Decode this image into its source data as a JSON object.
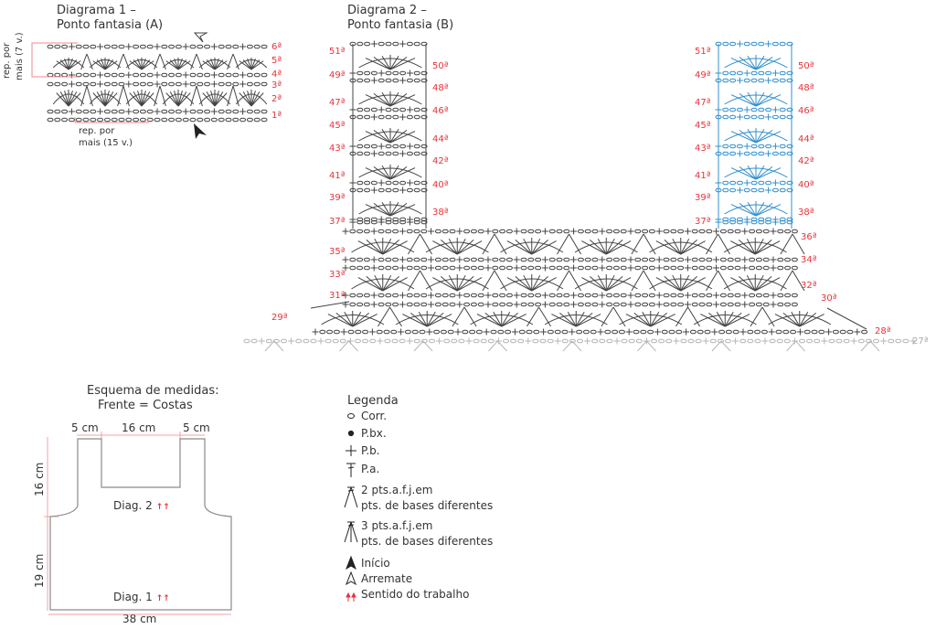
{
  "diagram1": {
    "title_line1": "Diagrama 1 –",
    "title_line2": "Ponto fantasia (A)",
    "rep_vertical_line1": "rep. por",
    "rep_vertical_line2": "mais (7 v.)",
    "rep_horizontal_line1": "rep. por",
    "rep_horizontal_line2": "mais (15 v.)",
    "rows": [
      "6ª",
      "5ª",
      "4ª",
      "3ª",
      "2ª",
      "1ª"
    ]
  },
  "diagram2": {
    "title_line1": "Diagrama 2 –",
    "title_line2": "Ponto fantasia (B)",
    "strap_left_labels": [
      "51ª",
      "49ª",
      "47ª",
      "45ª",
      "43ª",
      "41ª",
      "39ª",
      "37ª"
    ],
    "strap_right_labels": [
      "50ª",
      "48ª",
      "46ª",
      "44ª",
      "42ª",
      "40ª",
      "38ª"
    ],
    "body_left_labels": [
      "35ª",
      "33ª",
      "31ª",
      "29ª"
    ],
    "body_right_labels": [
      "36ª",
      "34ª",
      "32ª",
      "30ª",
      "28ª"
    ],
    "base_row_label": "27ª",
    "strap_colors": {
      "left": "#444444",
      "right": "#2f8fd0"
    }
  },
  "measurements": {
    "title_line1": "Esquema de medidas:",
    "title_line2": "Frente = Costas",
    "top_left": "5 cm",
    "top_middle": "16 cm",
    "top_right": "5 cm",
    "side_upper": "16 cm",
    "side_lower": "19 cm",
    "bottom": "38 cm",
    "upper_section": "Diag. 2",
    "lower_section": "Diag. 1",
    "direction_icon": "↑↑"
  },
  "legend": {
    "title": "Legenda",
    "items": [
      {
        "icon": "chain-icon",
        "glyph": "○",
        "label": "Corr."
      },
      {
        "icon": "slip-stitch-icon",
        "glyph": "●",
        "label": "P.bx."
      },
      {
        "icon": "single-crochet-icon",
        "glyph": "+",
        "label": "P.b."
      },
      {
        "icon": "double-crochet-icon",
        "glyph": "T",
        "label": "P.a."
      },
      {
        "icon": "dc2tog-icon",
        "label": "2 pts.a.f.j.em",
        "label2": "pts. de bases diferentes"
      },
      {
        "icon": "dc3tog-icon",
        "label": "3 pts.a.f.j.em",
        "label2": "pts. de bases diferentes"
      },
      {
        "icon": "start-arrow-icon",
        "label": "Início"
      },
      {
        "icon": "finish-arrow-icon",
        "label": "Arremate"
      },
      {
        "icon": "direction-arrows-icon",
        "glyph": "↑↑",
        "label": "Sentido do trabalho"
      }
    ]
  },
  "colors": {
    "label_red": "#e8323a",
    "stitch_dark": "#444444",
    "stitch_blue": "#2f8fd0",
    "stitch_grey": "#b5b5b5"
  }
}
